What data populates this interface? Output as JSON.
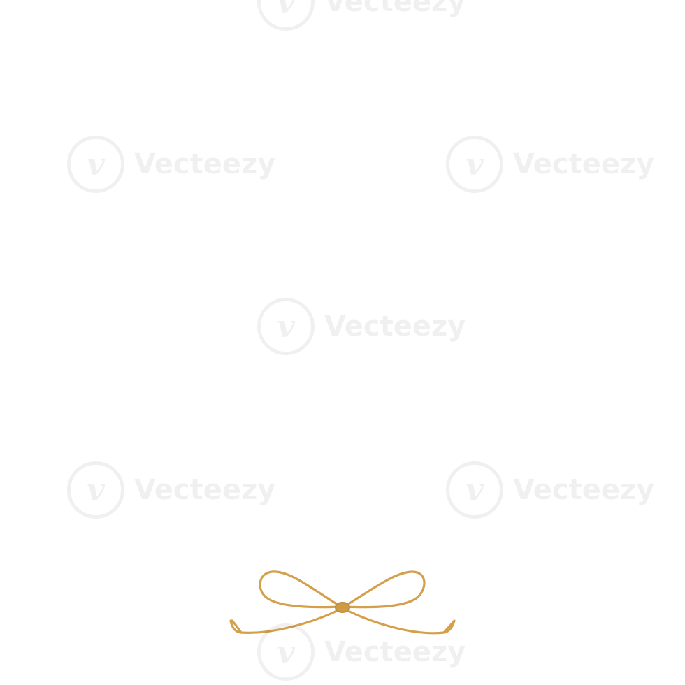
{
  "artwork": {
    "frame_color": "#c98f3a",
    "frame_color_light": "#e0aa55",
    "frame_color_dark": "#a8692a",
    "bow": "gold-ribbon-bow"
  },
  "watermark": {
    "text": "Vecteezy",
    "logo_glyph": "v"
  }
}
